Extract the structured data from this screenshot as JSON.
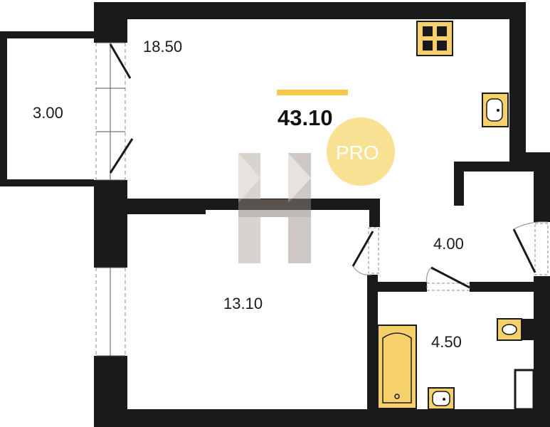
{
  "plan": {
    "total_area": "43.10",
    "badge": "PRO",
    "rooms": {
      "living": "18.50",
      "balcony": "3.00",
      "bedroom": "13.10",
      "hall": "4.00",
      "bathroom": "4.50"
    }
  },
  "colors": {
    "wall": "#1a1a1a",
    "accent": "#f5c84a",
    "fixture": "#f6d06b",
    "badge": "#f8de88",
    "watermark": "#b8b0a8"
  },
  "icons": [
    "stove-icon",
    "kitchen-sink-icon",
    "bathtub-icon",
    "washbasin-icon",
    "toilet-icon",
    "logo-watermark"
  ]
}
